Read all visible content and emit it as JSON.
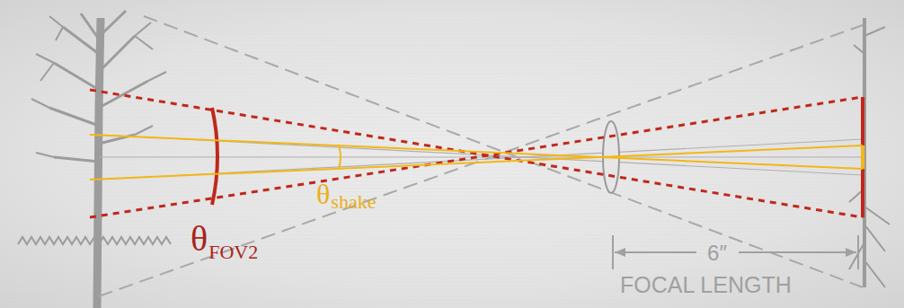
{
  "diagram": {
    "labels": [
      "θ",
      "FOV2",
      "θ",
      "shake",
      "6″",
      "FOCAL LENGTH"
    ]
  }
}
